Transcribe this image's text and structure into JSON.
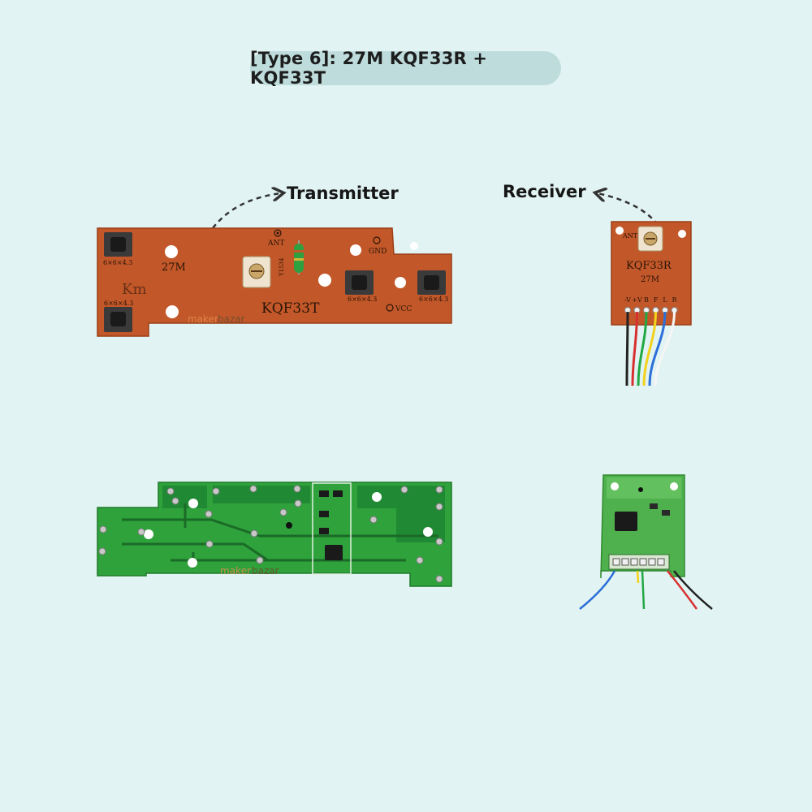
{
  "title": "[Type 6]: 27M KQF33R + KQF33T",
  "callouts": {
    "transmitter": "Transmitter",
    "receiver": "Receiver"
  },
  "transmitter_board": {
    "silkscreen": {
      "freq": "27M",
      "model": "KQF33T",
      "ant": "ANT",
      "gnd": "GND",
      "vcc": "VCC",
      "coil": "Y1534",
      "switch_size": "6×6×4.3",
      "brand_mark": "Km"
    }
  },
  "receiver_board": {
    "silkscreen": {
      "model": "KQF33R",
      "freq": "27M",
      "ant": "ANT",
      "pins": [
        "-V",
        "+V",
        "B",
        "F",
        "L",
        "R"
      ]
    },
    "wire_colors": [
      "#222222",
      "#d83030",
      "#22a845",
      "#f2d21b",
      "#2c6fd8",
      "#ffffff"
    ]
  },
  "watermark": {
    "brand_a": "maker",
    "brand_b": "bazar"
  },
  "colors": {
    "background": "#e2f3f3",
    "title_pill": "#bfdcdc",
    "pcb_top": "#c2582a",
    "pcb_bottom": "#2fa23c"
  }
}
